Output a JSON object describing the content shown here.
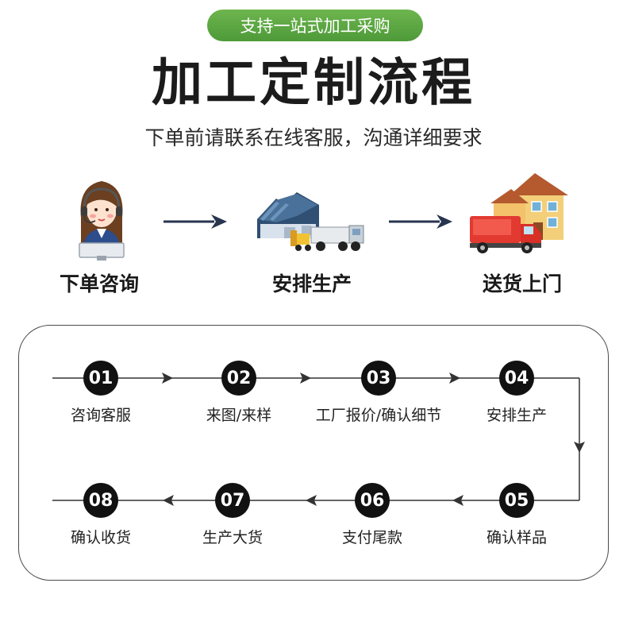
{
  "badge": "支持一站式加工采购",
  "title": "加工定制流程",
  "subtitle": "下单前请联系在线客服，沟通详细要求",
  "overview": [
    {
      "label": "下单咨询",
      "icon": "customer-service-icon"
    },
    {
      "label": "安排生产",
      "icon": "factory-truck-icon"
    },
    {
      "label": "送货上门",
      "icon": "delivery-house-icon"
    }
  ],
  "steps": [
    {
      "num": "01",
      "label": "咨询客服"
    },
    {
      "num": "02",
      "label": "来图/来样"
    },
    {
      "num": "03",
      "label": "工厂报价/确认细节"
    },
    {
      "num": "04",
      "label": "安排生产"
    },
    {
      "num": "05",
      "label": "确认样品"
    },
    {
      "num": "06",
      "label": "支付尾款"
    },
    {
      "num": "07",
      "label": "生产大货"
    },
    {
      "num": "08",
      "label": "确认收货"
    }
  ],
  "colors": {
    "badge_green": "#5aa843",
    "arrow_navy": "#27354f",
    "circle_black": "#111111"
  }
}
